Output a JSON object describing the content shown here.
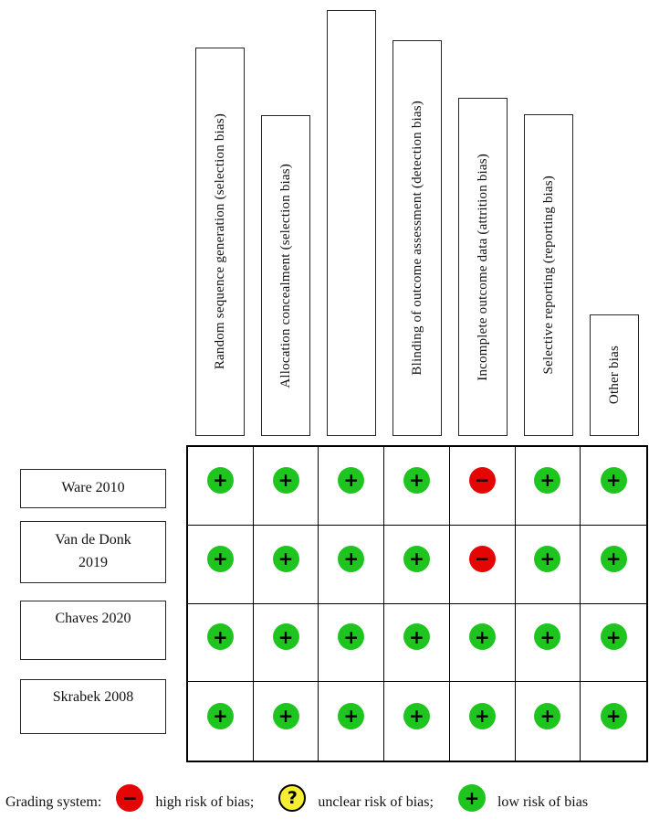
{
  "figure": {
    "columns": [
      {
        "label": "Random sequence generation (selection bias)"
      },
      {
        "label": "Allocation concealment (selection bias)"
      },
      {
        "label": ""
      },
      {
        "label": "Blinding of outcome assessment (detection bias)"
      },
      {
        "label": "Incomplete outcome data (attrition bias)"
      },
      {
        "label": "Selective reporting (reporting bias)"
      },
      {
        "label": "Other bias"
      }
    ],
    "rows": [
      {
        "study": "Ware 2010",
        "ratings": [
          "low",
          "low",
          "low",
          "low",
          "high",
          "low",
          "low"
        ]
      },
      {
        "study": "Van de Donk\n2019",
        "ratings": [
          "low",
          "low",
          "low",
          "low",
          "high",
          "low",
          "low"
        ]
      },
      {
        "study": "Chaves 2020",
        "ratings": [
          "low",
          "low",
          "low",
          "low",
          "low",
          "low",
          "low"
        ]
      },
      {
        "study": "Skrabek 2008",
        "ratings": [
          "low",
          "low",
          "low",
          "low",
          "low",
          "low",
          "low"
        ]
      }
    ],
    "symbols": {
      "low": "+",
      "high": "−",
      "unclear": "?"
    },
    "colors": {
      "low": "#1fc51f",
      "high": "#e60505",
      "unclear": "#f5ee33"
    },
    "legend": {
      "prefix": "Grading system:",
      "items": [
        {
          "risk": "high",
          "label": "high risk of bias;"
        },
        {
          "risk": "unclear",
          "label": "unclear risk of bias;"
        },
        {
          "risk": "low",
          "label": "low risk of bias"
        }
      ]
    }
  },
  "chart_data": {
    "type": "heatmap",
    "title": "Risk of bias summary",
    "columns": [
      "Random sequence generation (selection bias)",
      "Allocation concealment (selection bias)",
      "",
      "Blinding of outcome assessment (detection bias)",
      "Incomplete outcome data (attrition bias)",
      "Selective reporting (reporting bias)",
      "Other bias"
    ],
    "rows": [
      "Ware 2010",
      "Van de Donk 2019",
      "Chaves 2020",
      "Skrabek 2008"
    ],
    "values": [
      [
        "low",
        "low",
        "low",
        "low",
        "high",
        "low",
        "low"
      ],
      [
        "low",
        "low",
        "low",
        "low",
        "high",
        "low",
        "low"
      ],
      [
        "low",
        "low",
        "low",
        "low",
        "low",
        "low",
        "low"
      ],
      [
        "low",
        "low",
        "low",
        "low",
        "low",
        "low",
        "low"
      ]
    ],
    "legend": {
      "high": "high risk of bias",
      "unclear": "unclear risk of bias",
      "low": "low risk of bias"
    },
    "symbols": {
      "low": "+",
      "high": "−",
      "unclear": "?"
    },
    "colors": {
      "low": "#1fc51f",
      "high": "#e60505",
      "unclear": "#f5ee33"
    },
    "legend_position": "bottom",
    "grid": true
  }
}
